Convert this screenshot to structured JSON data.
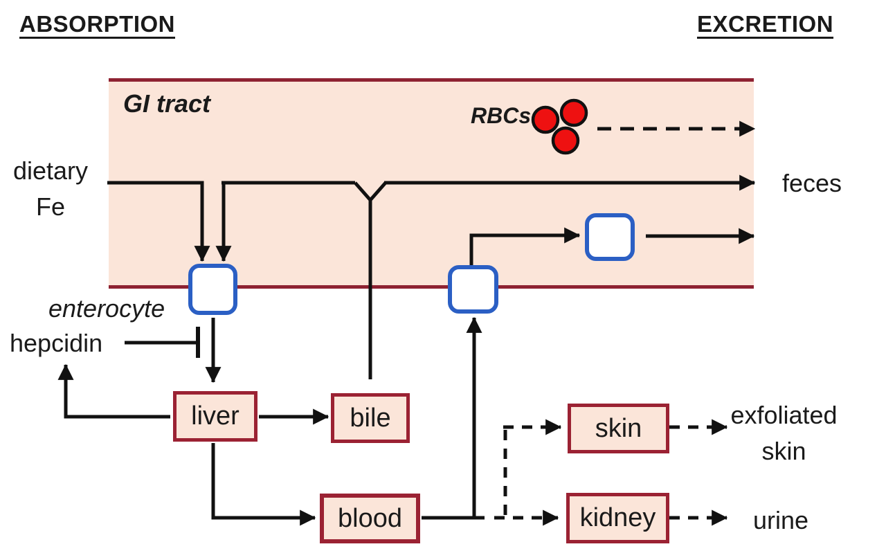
{
  "titles": {
    "absorption": "ABSORPTION",
    "excretion": "EXCRETION"
  },
  "gi_tract": {
    "label": "GI tract"
  },
  "labels": {
    "dietary_line1": "dietary",
    "dietary_line2": "Fe",
    "rbcs": "RBCs",
    "feces": "feces",
    "enterocyte": "enterocyte",
    "hepcidin": "hepcidin",
    "exfoliated_line1": "exfoliated",
    "exfoliated_line2": "skin",
    "urine": "urine"
  },
  "nodes": {
    "liver": "liver",
    "bile": "bile",
    "blood": "blood",
    "skin": "skin",
    "kidney": "kidney"
  },
  "colors": {
    "membrane_maroon": "#8e2232",
    "node_border_maroon": "#9b2233",
    "gi_fill_peach": "#fbe5d9",
    "transporter_blue": "#2b5fc4",
    "rbc_red": "#ee1111",
    "line_black": "#111111"
  }
}
